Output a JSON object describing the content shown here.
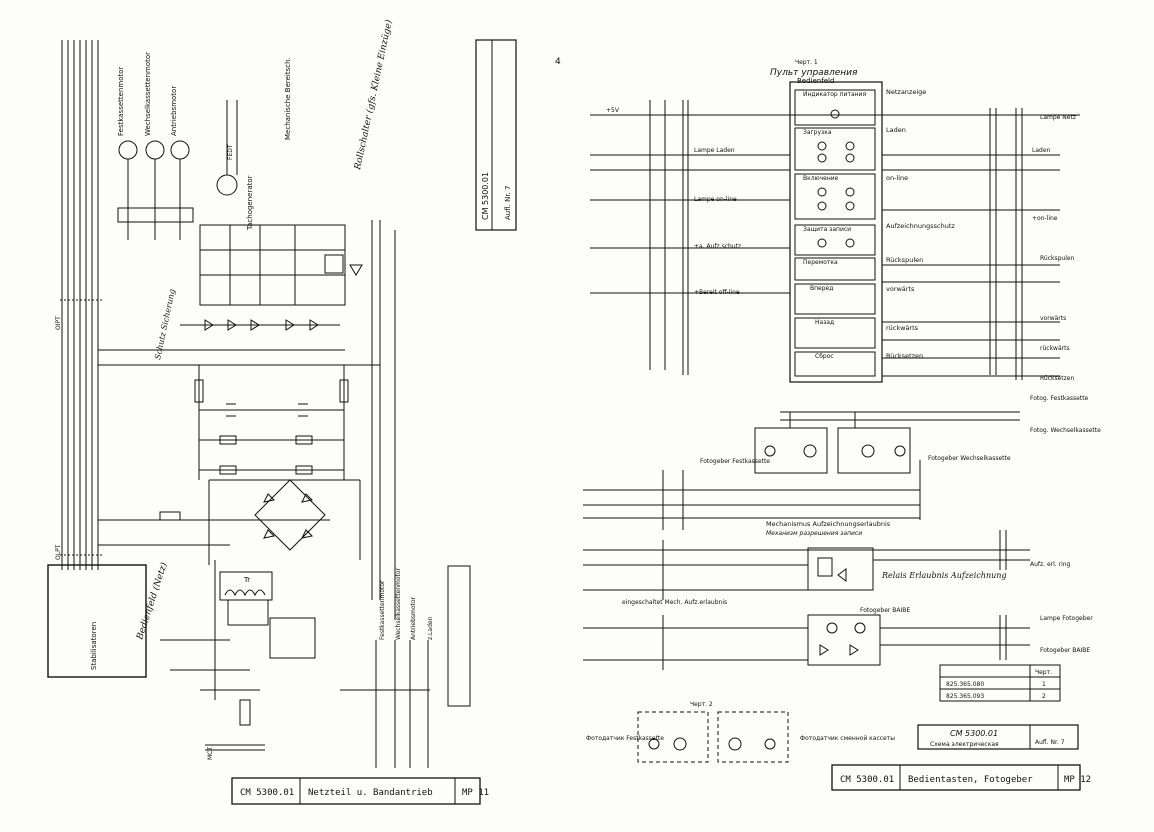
{
  "page_number": "4",
  "left_sheet": {
    "title_block": {
      "doc": "CM 5300.01",
      "title": "Netzteil u. Bandantrieb",
      "sheet": "MP 11"
    },
    "motor_labels": [
      "Festkassettenmotor",
      "Wechselkassettenmotor",
      "Antriebsmotor"
    ],
    "tacho_label": "Tachogenerator",
    "mech_label": "Mechanische Bereitsch.",
    "stabilizer_label": "Stabilisatoren",
    "transformer_label": "Tr",
    "bottom_labels": [
      "Festkassettenmotor",
      "Wechselkassettenmotor",
      "Antriebsmotor",
      "z.Laden"
    ],
    "handwritten": [
      "Bedienfeld (Netz)",
      "Rollschalter (gfs. Kleine Einzüge)",
      "Schutz Sicherung"
    ],
    "stamp_lines": [
      "CM 5300.01",
      "Aufl. Nr. 7"
    ],
    "vertical_labels": [
      "OLPT",
      "OIPT",
      "FEDT",
      "MCT"
    ]
  },
  "right_sheet": {
    "heading_ru": "Пульт управления",
    "heading_de": "Bedienfeld",
    "top_note": "Черт. 1",
    "panel_rows": [
      {
        "box": "Индикатор питания",
        "label": "Netzanzeige"
      },
      {
        "box": "Загрузка",
        "label": "Laden"
      },
      {
        "box": "Включение",
        "label": "on-line"
      },
      {
        "box": "Защита записи",
        "label": "Aufzeichnungsschutz"
      },
      {
        "box": "Перемотка",
        "label": "Rückspulen"
      },
      {
        "box": "Вперед",
        "label": "vorwärts"
      },
      {
        "box": "Назад",
        "label": "rückwärts"
      },
      {
        "box": "Сброс",
        "label": "Rücksetzen"
      }
    ],
    "left_inputs": [
      "+5V",
      "Lampe Laden",
      "Lampe on-line",
      "+a. Aufz.schutz",
      "+Bereit off-line"
    ],
    "right_outputs": [
      "Lampe Netz",
      "Laden",
      "+on-line",
      "Rückspulen",
      "vorwärts",
      "rückwärts",
      "Rücksetzen"
    ],
    "photo_section": {
      "left_label": "Fotogeber Festkassette",
      "right_label": "Fotogeber Wechselkassette",
      "out_a": "Fotog. Festkassette",
      "out_b": "Fotog. Wechselkassette"
    },
    "mechanism_label": "Mechanismus Aufzeichnungserlaubnis",
    "mechanism_ru": "Механизм разрешения записи",
    "handwritten_note": "Relais Erlaubnis Aufzeichnung",
    "aufz_ring": "Aufz. erl. ring",
    "eingeschaltet": "eingeschaltet Mech. Aufz.erlaubnis",
    "fotogeber_baibe": "Fotogeber BAIBE",
    "lampe_fotogeber": "Lampe Fotogeber",
    "table_rows": [
      {
        "num": "825.365.080",
        "q": "1"
      },
      {
        "num": "825.365.093",
        "q": "2"
      }
    ],
    "table_head": "Черт.",
    "stamp": {
      "doc": "CM 5300.01",
      "sub": "Схема электрическая",
      "aufl": "Aufl. Nr. 7"
    },
    "title_block": {
      "doc": "CM 5300.01",
      "title": "Bedientasten, Fotogeber",
      "sheet": "MP 12"
    },
    "bottom_left_labels": [
      "Фотодатчик Festkassette",
      "Фотодатчик сменной кассеты"
    ],
    "bottom_note": "Черт. 2"
  }
}
